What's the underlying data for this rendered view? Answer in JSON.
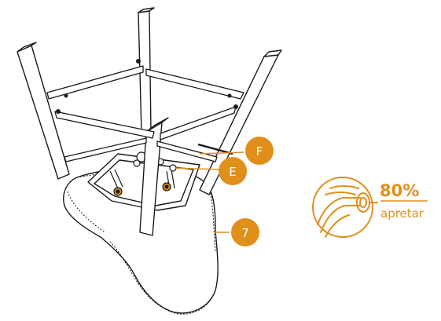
{
  "colors": {
    "accent": "#e08f1b",
    "line": "#1a1a1a",
    "background": "#ffffff"
  },
  "callouts": {
    "f": "F",
    "e": "E",
    "seven": "7"
  },
  "tighten": {
    "percent": "80%",
    "label": "apretar"
  },
  "icons": {
    "tighten": "wrench-tighten-icon"
  }
}
